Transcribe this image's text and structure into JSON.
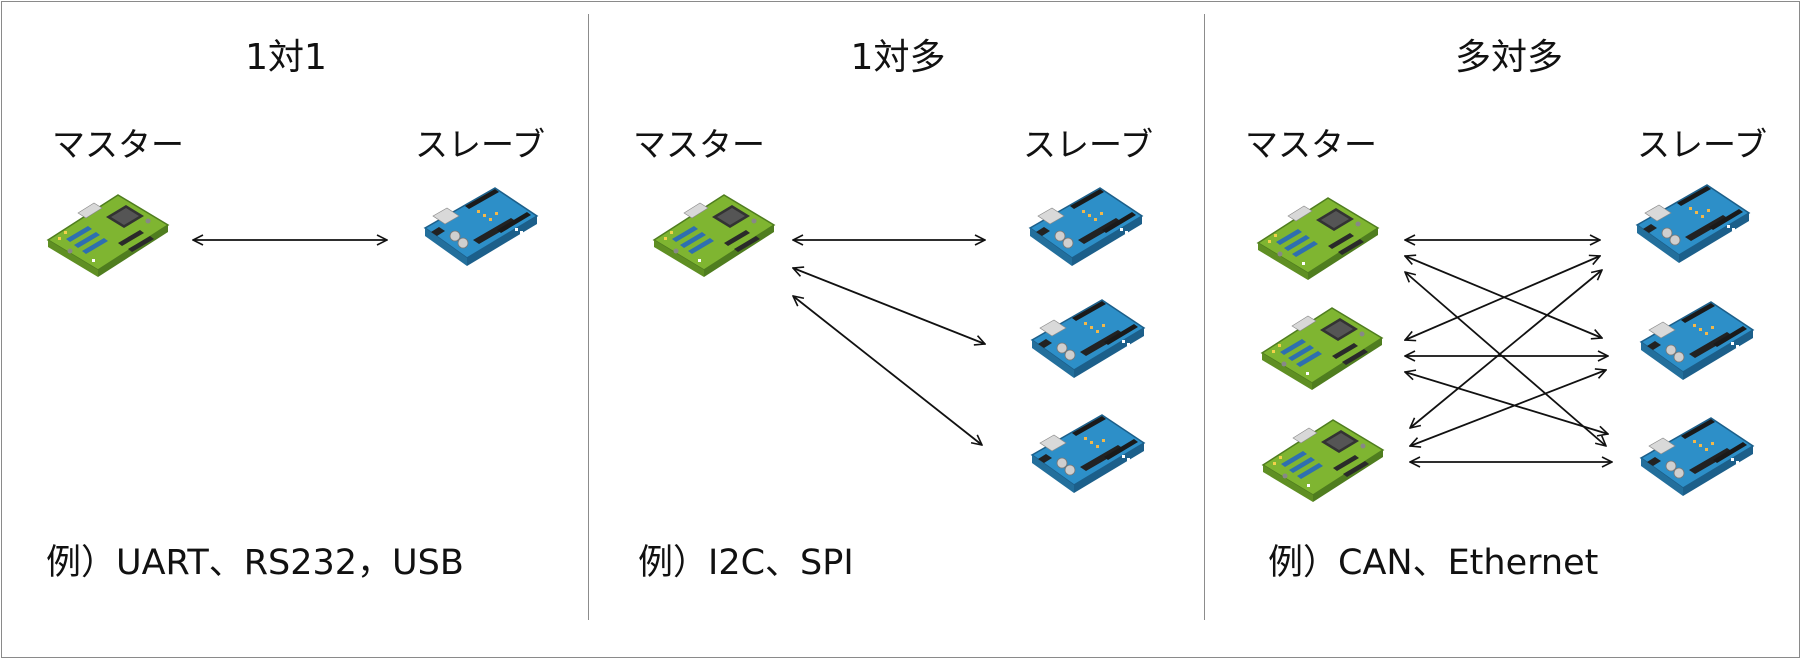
{
  "sections": [
    {
      "title": "1対1",
      "master_label": "マスター",
      "slave_label": "スレーブ",
      "example": "例）UART、RS232，USB"
    },
    {
      "title": "1対多",
      "master_label": "マスター",
      "slave_label": "スレーブ",
      "example": "例）I2C、SPI"
    },
    {
      "title": "多対多",
      "master_label": "マスター",
      "slave_label": "スレーブ",
      "example": "例）CAN、Ethernet"
    }
  ],
  "colors": {
    "master_board": "#7fb531",
    "master_board_dark": "#4f7d1f",
    "slave_board": "#2d8fc8",
    "slave_board_dark": "#1c5f8a",
    "chip": "#333333",
    "arrow": "#111111",
    "divider": "#8c8c8c"
  },
  "icons": {
    "master": "green-microcontroller-board-icon",
    "slave": "blue-arduino-board-icon"
  }
}
